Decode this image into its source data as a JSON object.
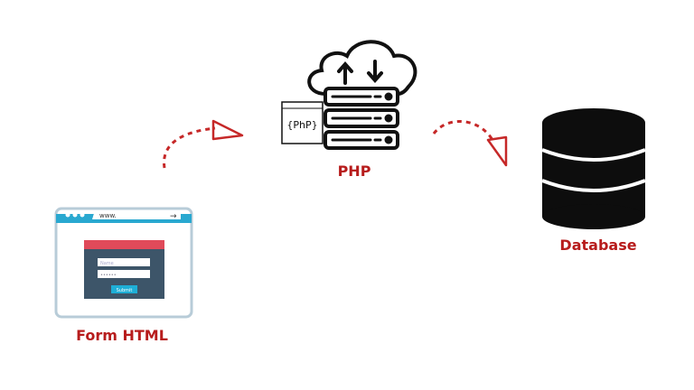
{
  "nodes": {
    "form": {
      "label": "Form HTML",
      "url_text": "www.",
      "name_placeholder": "Name",
      "password_mask": "••••••",
      "submit_label": "Submit"
    },
    "php": {
      "label": "PHP",
      "badge": "{PhP}"
    },
    "database": {
      "label": "Database"
    }
  },
  "colors": {
    "accent": "#b71c1c",
    "browser_bar": "#29a8d0",
    "form_header": "#e04a5a",
    "form_body": "#3d5569",
    "button": "#1eaed6"
  }
}
